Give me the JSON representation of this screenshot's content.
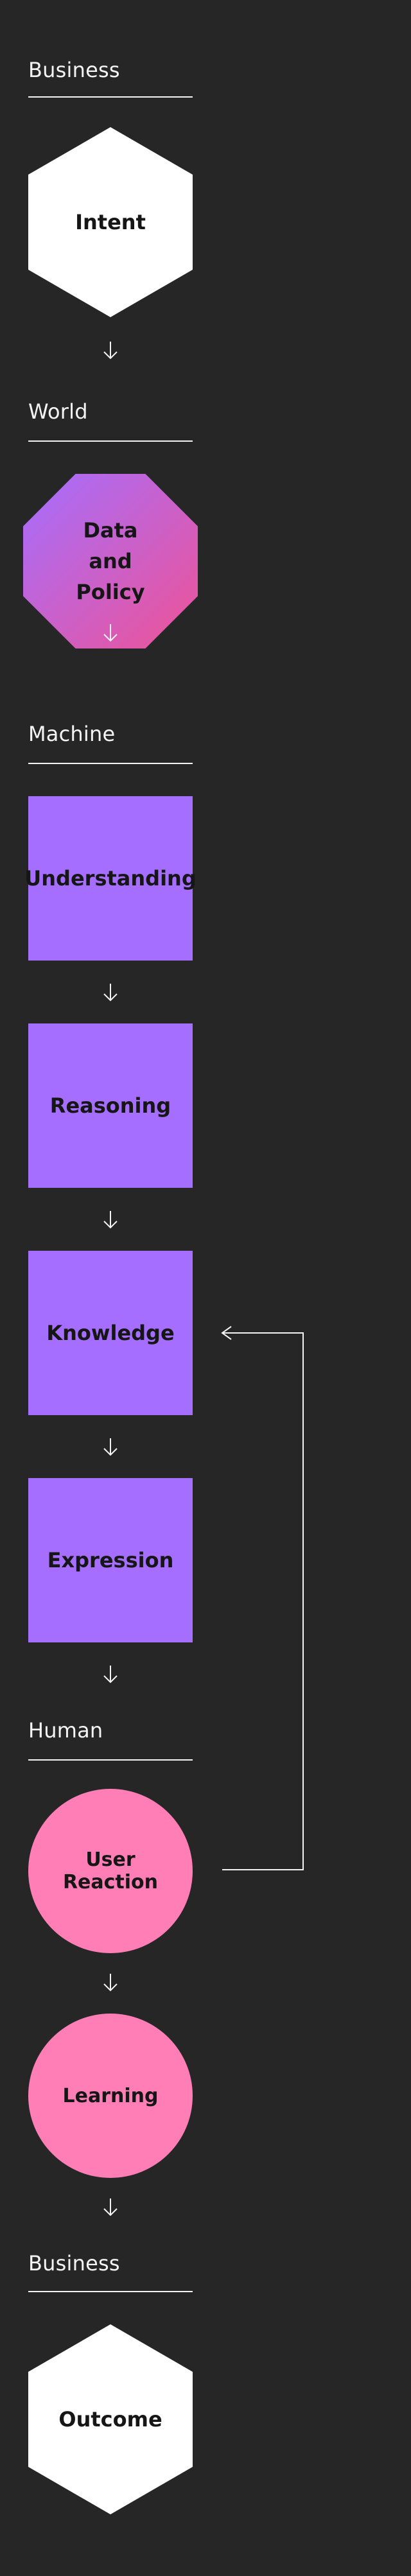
{
  "sections": {
    "business_top": "Business",
    "world": "World",
    "machine": "Machine",
    "human": "Human",
    "business_bottom": "Business"
  },
  "nodes": {
    "intent": "Intent",
    "data_policy_line1": "Data and",
    "data_policy_line2": "Policy",
    "understanding": "Understanding",
    "reasoning": "Reasoning",
    "knowledge": "Knowledge",
    "expression": "Expression",
    "user_reaction": "User Reaction",
    "learning": "Learning",
    "outcome": "Outcome"
  },
  "colors": {
    "background": "#262626",
    "text_light": "#f4f4f4",
    "business_node": "#ffffff",
    "world_gradient_start": "#a56eff",
    "world_gradient_end": "#ee5396",
    "machine_node": "#a56eff",
    "human_node": "#ff7eb6",
    "node_text": "#161616"
  },
  "icons": {
    "flow_arrow": "arrow-down-icon",
    "feedback_arrow": "arrow-left-icon"
  }
}
